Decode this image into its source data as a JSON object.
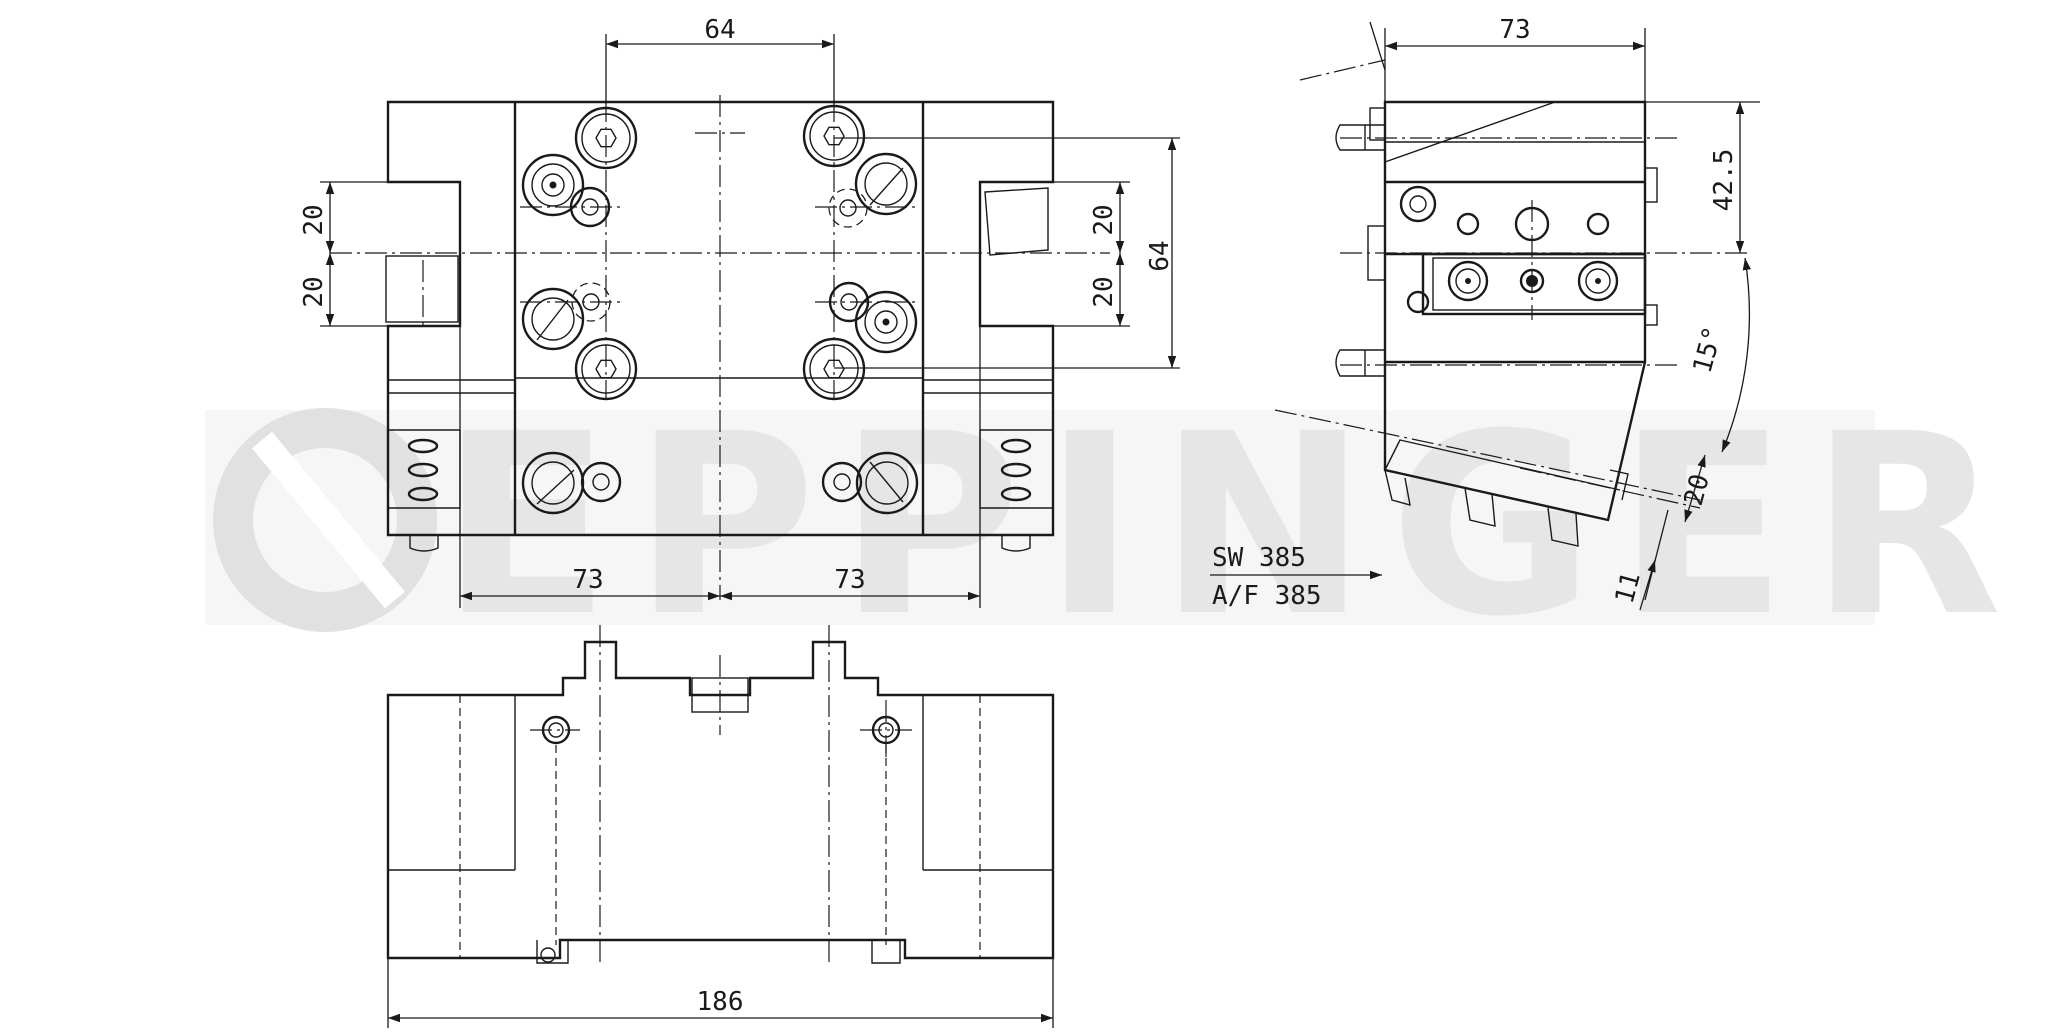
{
  "watermark": {
    "text": "EPPINGER"
  },
  "dimensions": {
    "front_top_span": "64",
    "front_left_upper": "20",
    "front_left_lower": "20",
    "front_right_upper": "20",
    "front_right_lower": "20",
    "front_right_height": "64",
    "front_bottom_left": "73",
    "front_bottom_right": "73",
    "side_top_width": "73",
    "side_height": "42.5",
    "side_angle": "15°",
    "side_offset_20": "20",
    "side_offset_11": "11",
    "wrench_size_de": "SW  385",
    "wrench_size_en": "A/F  385",
    "bottom_overall_width": "186"
  }
}
